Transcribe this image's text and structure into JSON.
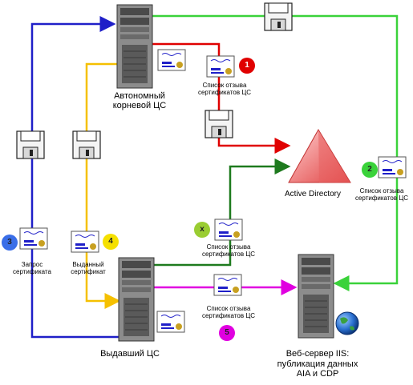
{
  "labels": {
    "root_ca": "Автономный корневой ЦС",
    "issuing_ca": "Выдавший ЦС",
    "active_directory": "Active Directory",
    "iis_server": "Веб-сервер IIS: публикация данных AIA и CDP",
    "crl_top": "Список отзыва сертификатов ЦС",
    "crl_right": "Список отзыва сертификатов ЦС",
    "crl_mid": "Список отзыва сертификатов ЦС",
    "crl_bottom": "Список отзыва сертификатов ЦС",
    "cert_request": "Запрос сертификата",
    "issued_cert": "Выданный сертификат"
  },
  "badges": {
    "b1": "1",
    "b2": "2",
    "b3": "3",
    "b4": "4",
    "b5": "5",
    "bx": "x"
  },
  "colors": {
    "blue": "#1f1fc8",
    "yellow": "#f5c000",
    "red": "#e00000",
    "green": "#3ad23a",
    "dark_green": "#1e7a1e",
    "magenta": "#e000e0"
  },
  "icons": [
    "server-icon",
    "floppy-disk-icon",
    "certificate-icon",
    "pyramid-icon",
    "globe-icon"
  ]
}
